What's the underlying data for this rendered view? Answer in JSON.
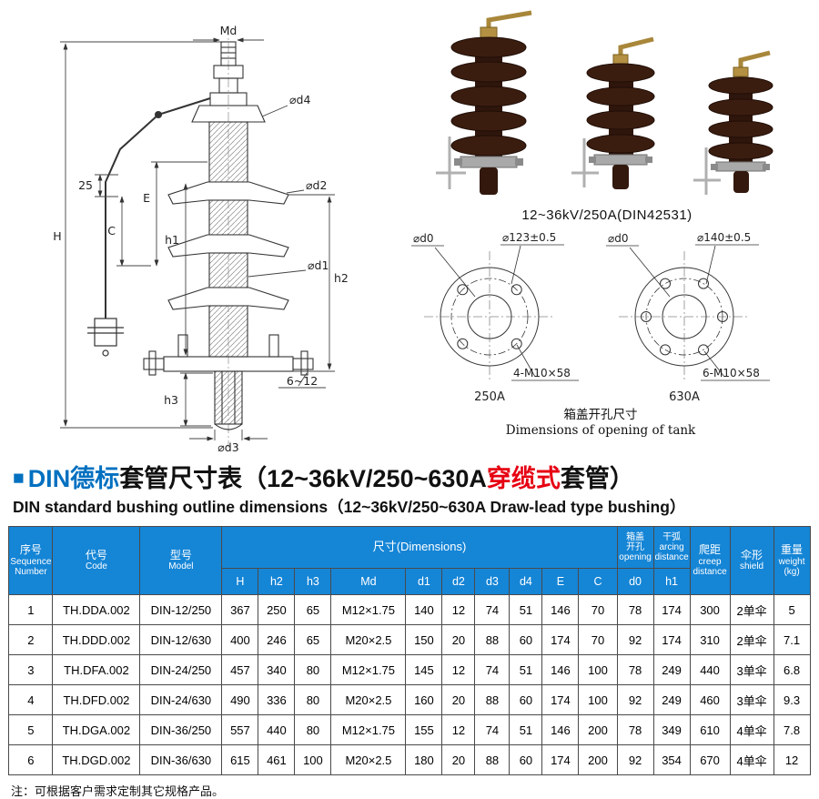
{
  "colors": {
    "header_bg": "#1585d6",
    "title_blue": "#0070c0",
    "accent_red": "#e60012"
  },
  "photos": {
    "caption": "12~36kV/250A(DIN42531)"
  },
  "drawing": {
    "dims": {
      "md": "Md",
      "d4": "⌀d4",
      "d2": "⌀d2",
      "d1": "⌀d1",
      "d3": "⌀d3",
      "e": "E",
      "c": "C",
      "h": "H",
      "h1": "h1",
      "h2": "h2",
      "h3": "h3",
      "n25": "25",
      "n612": "6~12"
    }
  },
  "flanges": {
    "left": {
      "d0": "⌀d0",
      "dia": "⌀123±0.5",
      "bolts": "4-M10×58",
      "label": "250A"
    },
    "right": {
      "d0": "⌀d0",
      "dia": "⌀140±0.5",
      "bolts": "6-M10×58",
      "label": "630A"
    },
    "caption_cn": "箱盖开孔尺寸",
    "caption_en": "Dimensions of opening of tank"
  },
  "title": {
    "marker": "■",
    "blue_part": "DIN德标",
    "black_part1": "套管尺寸表（12~36kV/250~630A",
    "red_part": "穿缆式",
    "black_part2": "套管）",
    "subtitle": "DIN standard bushing outline dimensions（12~36kV/250~630A Draw-lead type bushing）"
  },
  "table": {
    "headers": {
      "seq_cn": "序号",
      "seq_en1": "Sequence",
      "seq_en2": "Number",
      "code_cn": "代号",
      "code_en": "Code",
      "model_cn": "型号",
      "model_en": "Model",
      "dims": "尺寸(Dimensions)",
      "dim_cols": [
        "H",
        "h2",
        "h3",
        "Md",
        "d1",
        "d2",
        "d3",
        "d4",
        "E",
        "C"
      ],
      "opening_cn1": "箱盖",
      "opening_cn2": "开孔",
      "opening_en": "opening",
      "opening_col": "d0",
      "arcing_cn": "干弧",
      "arcing_en1": "arcing",
      "arcing_en2": "distance",
      "arcing_col": "h1",
      "creep_cn": "爬距",
      "creep_en1": "creep",
      "creep_en2": "distance",
      "shield_cn": "伞形",
      "shield_en": "shield",
      "weight_cn": "重量",
      "weight_en": "weight",
      "weight_unit": "(kg)"
    },
    "rows": [
      [
        "1",
        "TH.DDA.002",
        "DIN-12/250",
        "367",
        "250",
        "65",
        "M12×1.75",
        "140",
        "12",
        "74",
        "51",
        "146",
        "70",
        "78",
        "174",
        "300",
        "2单伞",
        "5"
      ],
      [
        "2",
        "TH.DDD.002",
        "DIN-12/630",
        "400",
        "246",
        "65",
        "M20×2.5",
        "150",
        "20",
        "88",
        "60",
        "174",
        "70",
        "92",
        "174",
        "310",
        "2单伞",
        "7.1"
      ],
      [
        "3",
        "TH.DFA.002",
        "DIN-24/250",
        "457",
        "340",
        "80",
        "M12×1.75",
        "145",
        "12",
        "74",
        "51",
        "146",
        "100",
        "78",
        "249",
        "440",
        "3单伞",
        "6.8"
      ],
      [
        "4",
        "TH.DFD.002",
        "DIN-24/630",
        "490",
        "336",
        "80",
        "M20×2.5",
        "160",
        "20",
        "88",
        "60",
        "174",
        "100",
        "92",
        "249",
        "460",
        "3单伞",
        "9.3"
      ],
      [
        "5",
        "TH.DGA.002",
        "DIN-36/250",
        "557",
        "440",
        "80",
        "M12×1.75",
        "155",
        "12",
        "74",
        "51",
        "146",
        "200",
        "78",
        "349",
        "610",
        "4单伞",
        "7.8"
      ],
      [
        "6",
        "TH.DGD.002",
        "DIN-36/630",
        "615",
        "461",
        "100",
        "M20×2.5",
        "180",
        "20",
        "88",
        "60",
        "174",
        "200",
        "92",
        "354",
        "670",
        "4单伞",
        "12"
      ]
    ]
  },
  "note": "注：可根据客户需求定制其它规格产品。"
}
